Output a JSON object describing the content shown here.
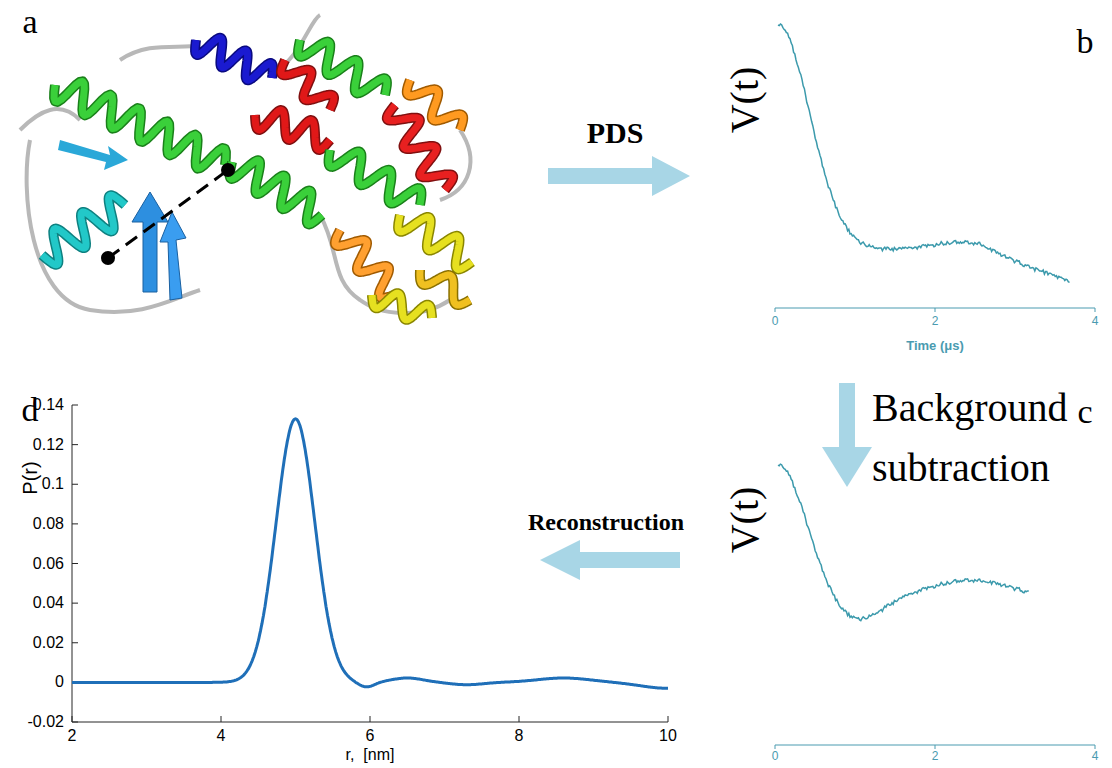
{
  "diagram": {
    "labels": [
      "a",
      "PDS",
      "b",
      "V(t)",
      "0",
      "2",
      "4",
      "Time (μs)",
      "Background subtraction",
      "c",
      "V(t)",
      "Reconstruction",
      "d",
      "P(r)",
      "0.14",
      "0.12",
      "0.1",
      "0.08",
      "0.06",
      "0.04",
      "0.02",
      "0",
      "-0.02",
      "2",
      "4",
      "6",
      "8",
      "10",
      "r,  [nm]",
      "0",
      "2",
      "4"
    ]
  }
}
